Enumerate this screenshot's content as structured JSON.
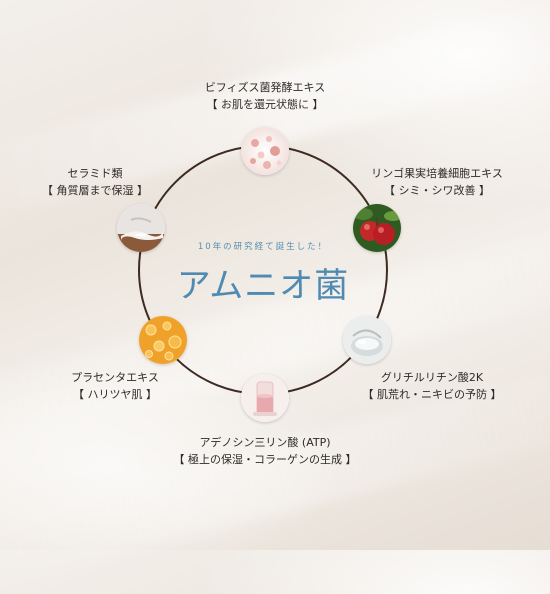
{
  "center": {
    "subtitle": "10年の研究経て誕生した！",
    "title": "アムニオ菌"
  },
  "ingredients": [
    {
      "name": "ビフィズス菌発酵エキス",
      "benefit": "【 お肌を還元状態に 】",
      "icon": "bubbles-texture-icon"
    },
    {
      "name": "リンゴ果実培養細胞エキス",
      "benefit": "【 シミ・シワ改善 】",
      "icon": "red-apple-icon"
    },
    {
      "name": "グリチルリチン酸2K",
      "benefit": "【 肌荒れ・ニキビの予防 】",
      "icon": "clear-gel-icon"
    },
    {
      "name": "アデノシン三リン酸 (ATP)",
      "benefit": "【 極上の保湿・コラーゲンの生成 】",
      "icon": "pink-liquid-beaker-icon"
    },
    {
      "name": "プラセンタエキス",
      "benefit": "【 ハリツヤ肌 】",
      "icon": "golden-bubbles-icon"
    },
    {
      "name": "セラミド類",
      "benefit": "【 角質層まで保湿 】",
      "icon": "cream-swatch-icon"
    }
  ]
}
